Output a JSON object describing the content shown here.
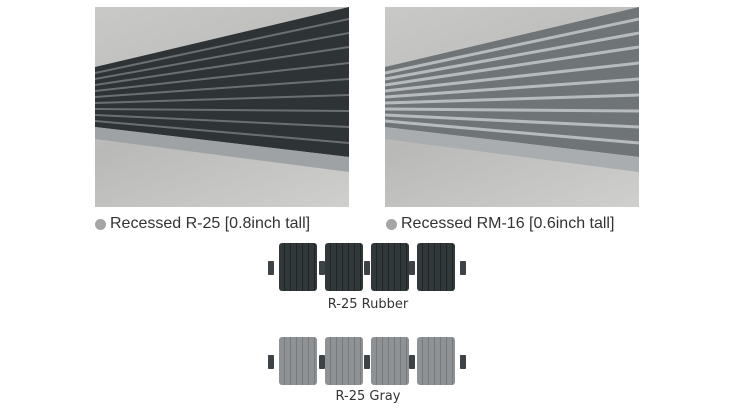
{
  "products": [
    {
      "caption": "Recessed R-25 [0.8inch tall]",
      "color": "#3a3f42"
    },
    {
      "caption": "Recessed RM-16 [0.6inch tall]",
      "color": "#8d9194"
    }
  ],
  "swatches": [
    {
      "caption": "R-25 Rubber",
      "color": "#30383a"
    },
    {
      "caption": "R-25 Gray",
      "color": "#8e9294"
    }
  ],
  "colors": {
    "frame": "#b5b8ba",
    "bullet": "#a5a5a5"
  }
}
